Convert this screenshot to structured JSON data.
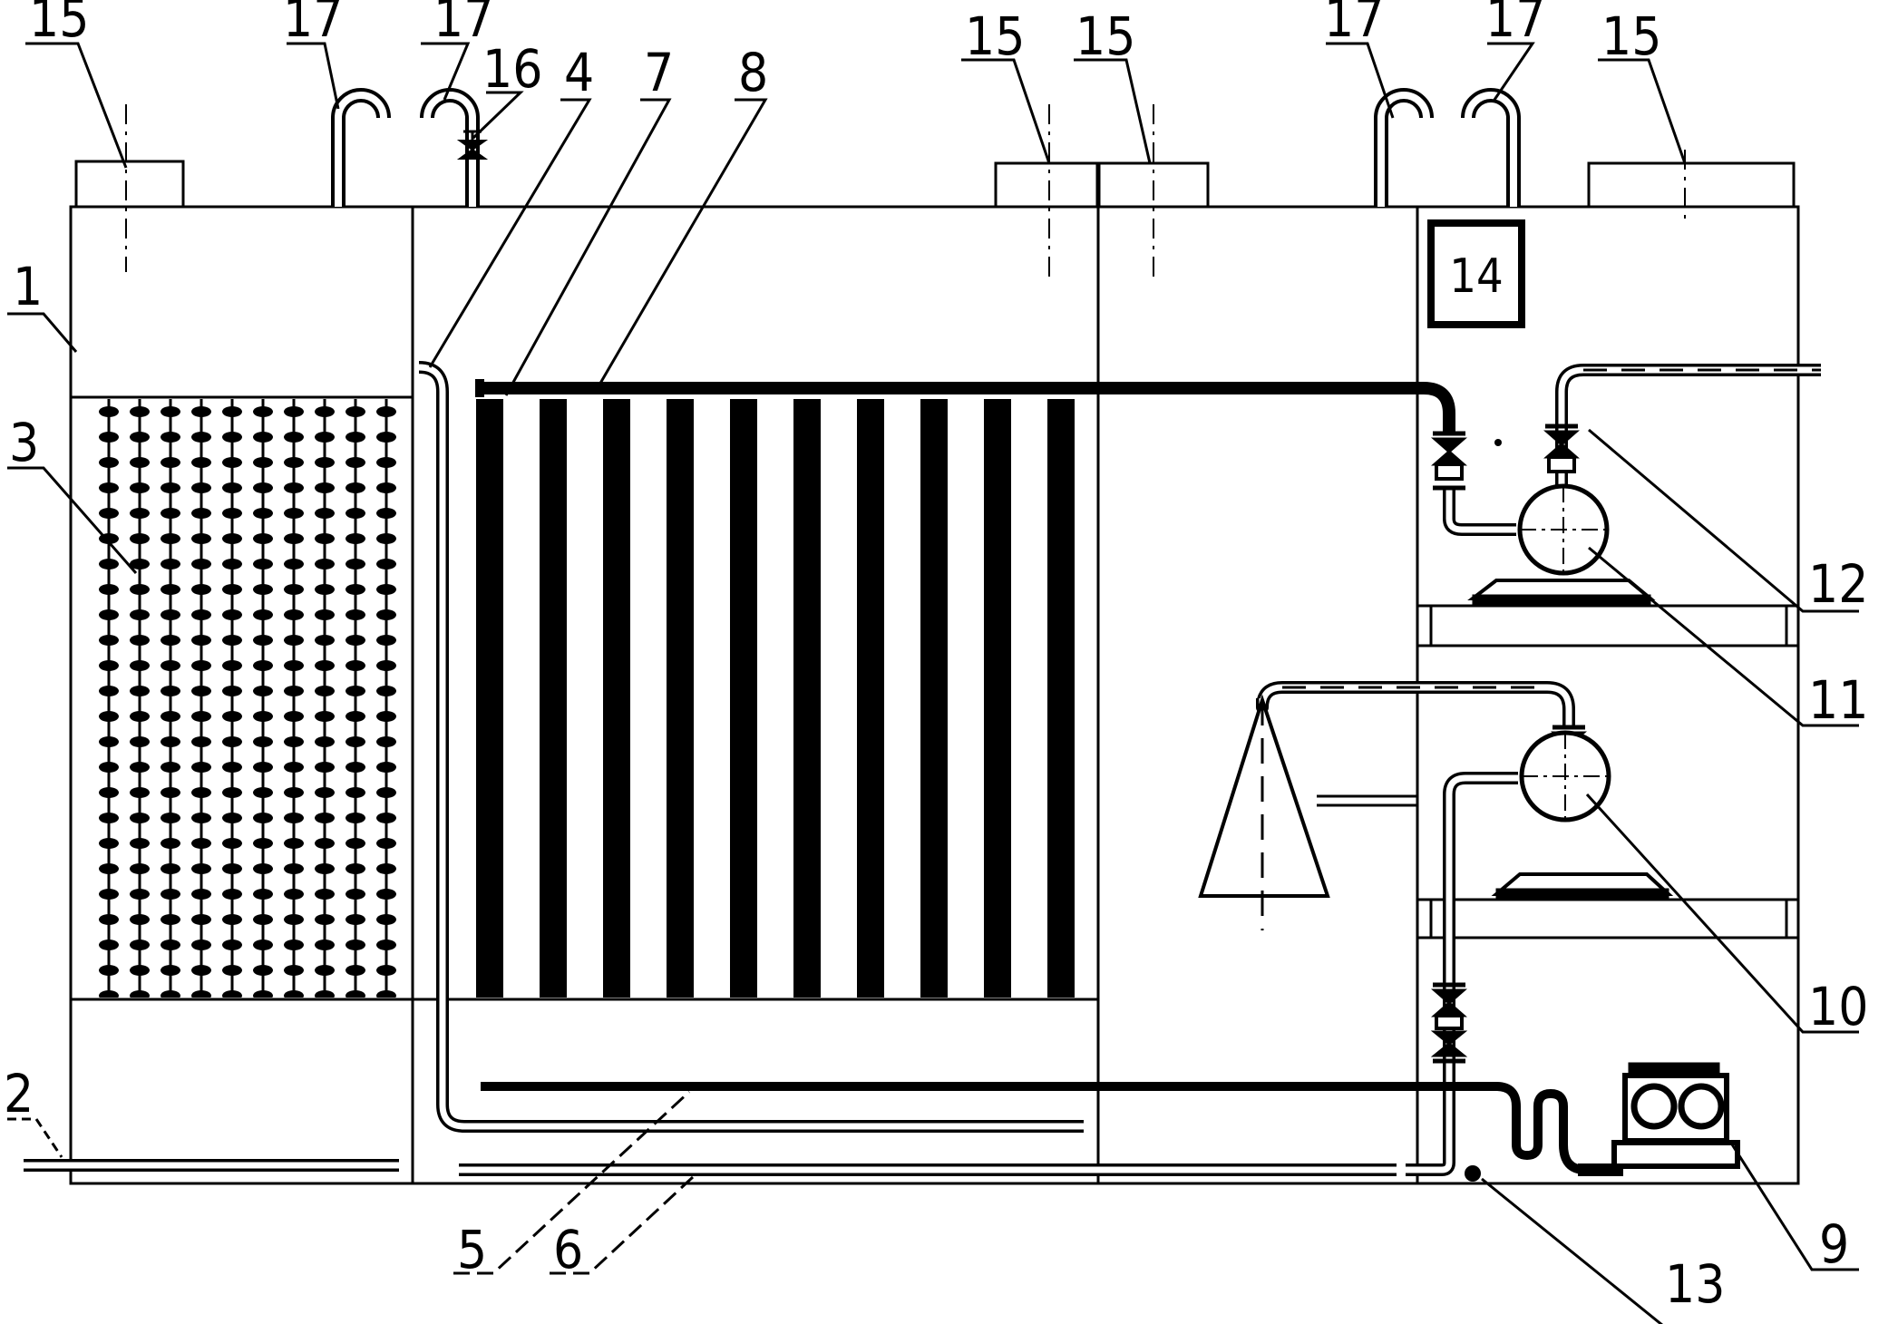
{
  "diagram": {
    "callouts": [
      {
        "id": "label-1",
        "text": "1"
      },
      {
        "id": "label-2",
        "text": "2"
      },
      {
        "id": "label-3",
        "text": "3"
      },
      {
        "id": "label-4",
        "text": "4"
      },
      {
        "id": "label-5",
        "text": "5"
      },
      {
        "id": "label-6",
        "text": "6"
      },
      {
        "id": "label-7",
        "text": "7"
      },
      {
        "id": "label-8",
        "text": "8"
      },
      {
        "id": "label-9",
        "text": "9"
      },
      {
        "id": "label-10",
        "text": "10"
      },
      {
        "id": "label-11",
        "text": "11"
      },
      {
        "id": "label-12",
        "text": "12"
      },
      {
        "id": "label-13",
        "text": "13"
      },
      {
        "id": "label-14",
        "text": "14"
      },
      {
        "id": "label-15",
        "text": "15"
      },
      {
        "id": "label-16",
        "text": "16"
      },
      {
        "id": "label-17",
        "text": "17"
      }
    ]
  }
}
